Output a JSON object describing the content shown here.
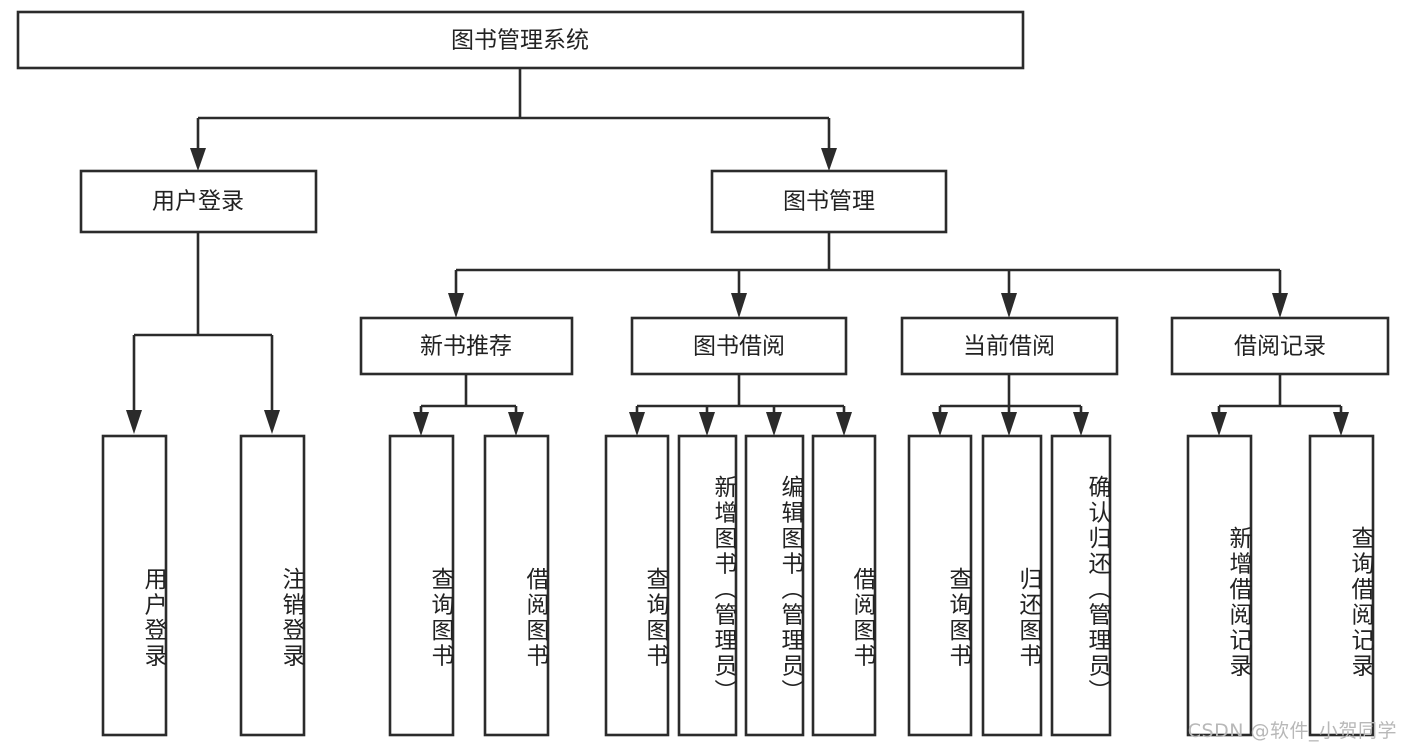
{
  "diagram": {
    "type": "tree-hierarchy",
    "title": "图书管理系统",
    "watermark": "CSDN @软件_小贺同学",
    "colors": {
      "stroke": "#2b2b2b",
      "fill": "#ffffff",
      "text": "#222222",
      "watermark": "#b8b8b8"
    },
    "nodes": {
      "root": {
        "label": "图书管理系统",
        "level": 1,
        "orientation": "horizontal"
      },
      "l2": [
        {
          "id": "user-login",
          "label": "用户登录",
          "level": 2,
          "orientation": "horizontal"
        },
        {
          "id": "book-management",
          "label": "图书管理",
          "level": 2,
          "orientation": "horizontal"
        }
      ],
      "l3": [
        {
          "id": "new-book-recommend",
          "label": "新书推荐",
          "level": 3,
          "orientation": "horizontal"
        },
        {
          "id": "book-borrow",
          "label": "图书借阅",
          "level": 3,
          "orientation": "horizontal"
        },
        {
          "id": "current-borrow",
          "label": "当前借阅",
          "level": 3,
          "orientation": "horizontal"
        },
        {
          "id": "borrow-record",
          "label": "借阅记录",
          "level": 3,
          "orientation": "horizontal"
        }
      ],
      "leaves": [
        {
          "id": "leaf-user-login",
          "label": "用户登录",
          "parent": "user-login",
          "orientation": "vertical"
        },
        {
          "id": "leaf-logout",
          "label": "注销登录",
          "parent": "user-login",
          "orientation": "vertical"
        },
        {
          "id": "leaf-query-book-1",
          "label": "查询图书",
          "parent": "new-book-recommend",
          "orientation": "vertical"
        },
        {
          "id": "leaf-borrow-book-1",
          "label": "借阅图书",
          "parent": "new-book-recommend",
          "orientation": "vertical"
        },
        {
          "id": "leaf-query-book-2",
          "label": "查询图书",
          "parent": "book-borrow",
          "orientation": "vertical"
        },
        {
          "id": "leaf-add-book",
          "label": "新增图书（管理员）",
          "parent": "book-borrow",
          "orientation": "vertical"
        },
        {
          "id": "leaf-edit-book",
          "label": "编辑图书（管理员）",
          "parent": "book-borrow",
          "orientation": "vertical"
        },
        {
          "id": "leaf-borrow-book-2",
          "label": "借阅图书",
          "parent": "book-borrow",
          "orientation": "vertical"
        },
        {
          "id": "leaf-query-book-3",
          "label": "查询图书",
          "parent": "current-borrow",
          "orientation": "vertical"
        },
        {
          "id": "leaf-return-book",
          "label": "归还图书",
          "parent": "current-borrow",
          "orientation": "vertical"
        },
        {
          "id": "leaf-confirm-return",
          "label": "确认归还（管理员）",
          "parent": "current-borrow",
          "orientation": "vertical"
        },
        {
          "id": "leaf-add-record",
          "label": "新增借阅记录",
          "parent": "borrow-record",
          "orientation": "vertical"
        },
        {
          "id": "leaf-query-record",
          "label": "查询借阅记录",
          "parent": "borrow-record",
          "orientation": "vertical"
        }
      ]
    }
  }
}
